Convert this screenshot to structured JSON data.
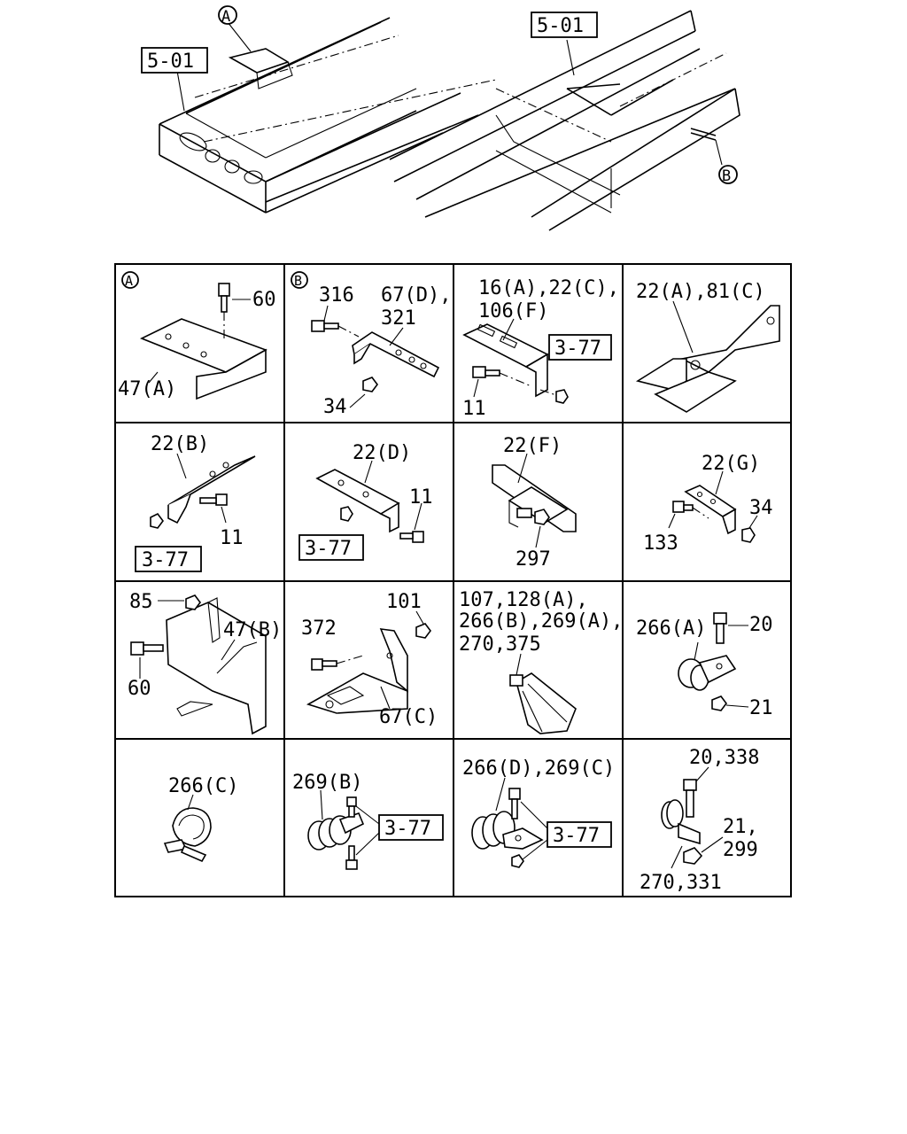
{
  "overview": {
    "ref_left": "5-01",
    "ref_right": "5-01",
    "callout_a": "A",
    "callout_b": "B"
  },
  "cells": [
    {
      "marker": "A",
      "labels": [
        "60",
        "47(A)"
      ]
    },
    {
      "marker": "B",
      "labels": [
        "316",
        "67(D),",
        "321",
        "34"
      ]
    },
    {
      "labels": [
        "16(A),22(C),",
        "106(F)",
        "11"
      ],
      "refs": [
        "3-77"
      ]
    },
    {
      "labels": [
        "22(A),81(C)"
      ]
    },
    {
      "labels": [
        "22(B)",
        "11"
      ],
      "refs": [
        "3-77"
      ]
    },
    {
      "labels": [
        "22(D)",
        "11"
      ],
      "refs": [
        "3-77"
      ]
    },
    {
      "labels": [
        "22(F)",
        "297"
      ]
    },
    {
      "labels": [
        "22(G)",
        "34",
        "133"
      ]
    },
    {
      "labels": [
        "85",
        "47(B)",
        "60"
      ]
    },
    {
      "labels": [
        "101",
        "372",
        "67(C)"
      ]
    },
    {
      "labels": [
        "107,128(A),",
        "266(B),269(A),",
        "270,375"
      ]
    },
    {
      "labels": [
        "266(A)",
        "20",
        "21"
      ]
    },
    {
      "labels": [
        "266(C)"
      ]
    },
    {
      "labels": [
        "269(B)"
      ],
      "refs": [
        "3-77"
      ]
    },
    {
      "labels": [
        "266(D),269(C)"
      ],
      "refs": [
        "3-77"
      ]
    },
    {
      "labels": [
        "20,338",
        "21,",
        "299",
        "270,331"
      ]
    }
  ]
}
